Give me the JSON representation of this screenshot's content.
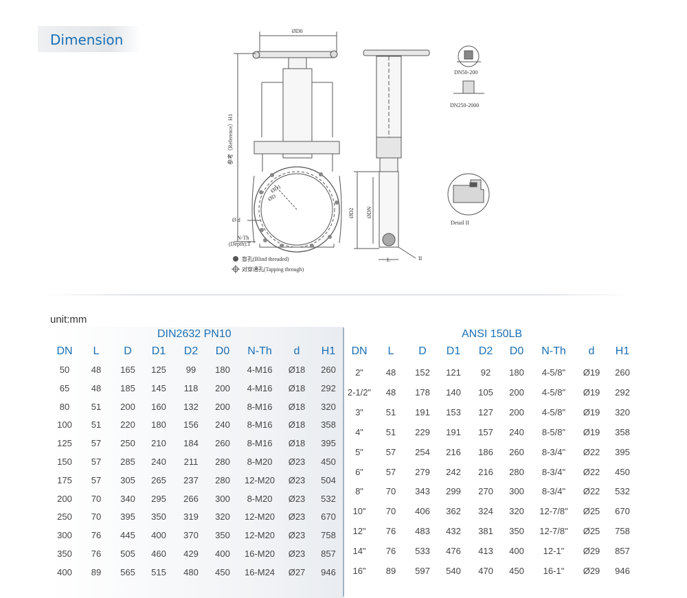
{
  "section_title": "Dimension",
  "unit_label": "unit:mm",
  "drawing": {
    "front_od0": "ØD0",
    "front_h1": "参考（Reference）H1",
    "front_od1": "ØD1",
    "front_od": "ØD",
    "front_d": "Ø d",
    "front_nth": "N-Th",
    "front_depth": "(Depth):T",
    "legend_blind": "盲孔(Blind threaded)",
    "legend_tapping": "对穿通孔(Tapping through)",
    "side_od2": "ØD2",
    "side_odn": "ØDN",
    "side_l": "L",
    "side_ii": "II",
    "detail_a": "DN50-200",
    "detail_b": "DN250-2000",
    "detail_ii": "Detail II"
  },
  "din": {
    "title": "DIN2632 PN10",
    "headers": [
      "DN",
      "L",
      "D",
      "D1",
      "D2",
      "D0",
      "N-Th",
      "d",
      "H1"
    ],
    "rows": [
      [
        "50",
        "48",
        "165",
        "125",
        "99",
        "180",
        "4-M16",
        "Ø18",
        "260"
      ],
      [
        "65",
        "48",
        "185",
        "145",
        "118",
        "200",
        "4-M16",
        "Ø18",
        "292"
      ],
      [
        "80",
        "51",
        "200",
        "160",
        "132",
        "200",
        "8-M16",
        "Ø18",
        "320"
      ],
      [
        "100",
        "51",
        "220",
        "180",
        "156",
        "240",
        "8-M16",
        "Ø18",
        "358"
      ],
      [
        "125",
        "57",
        "250",
        "210",
        "184",
        "260",
        "8-M16",
        "Ø18",
        "395"
      ],
      [
        "150",
        "57",
        "285",
        "240",
        "211",
        "280",
        "8-M20",
        "Ø23",
        "450"
      ],
      [
        "175",
        "57",
        "305",
        "265",
        "237",
        "280",
        "12-M20",
        "Ø23",
        "504"
      ],
      [
        "200",
        "70",
        "340",
        "295",
        "266",
        "300",
        "8-M20",
        "Ø23",
        "532"
      ],
      [
        "250",
        "70",
        "395",
        "350",
        "319",
        "320",
        "12-M20",
        "Ø23",
        "670"
      ],
      [
        "300",
        "76",
        "445",
        "400",
        "370",
        "350",
        "12-M20",
        "Ø23",
        "758"
      ],
      [
        "350",
        "76",
        "505",
        "460",
        "429",
        "400",
        "16-M20",
        "Ø23",
        "857"
      ],
      [
        "400",
        "89",
        "565",
        "515",
        "480",
        "450",
        "16-M24",
        "Ø27",
        "946"
      ]
    ]
  },
  "ansi": {
    "title": "ANSI 150LB",
    "headers": [
      "DN",
      "L",
      "D",
      "D1",
      "D2",
      "D0",
      "N-Th",
      "d",
      "H1"
    ],
    "rows": [
      [
        "2\"",
        "48",
        "152",
        "121",
        "92",
        "180",
        "4-5/8\"",
        "Ø19",
        "260"
      ],
      [
        "2-1/2\"",
        "48",
        "178",
        "140",
        "105",
        "200",
        "4-5/8\"",
        "Ø19",
        "292"
      ],
      [
        "3\"",
        "51",
        "191",
        "153",
        "127",
        "200",
        "4-5/8\"",
        "Ø19",
        "320"
      ],
      [
        "4\"",
        "51",
        "229",
        "191",
        "157",
        "240",
        "8-5/8\"",
        "Ø19",
        "358"
      ],
      [
        "5\"",
        "57",
        "254",
        "216",
        "186",
        "260",
        "8-3/4\"",
        "Ø22",
        "395"
      ],
      [
        "6\"",
        "57",
        "279",
        "242",
        "216",
        "280",
        "8-3/4\"",
        "Ø22",
        "450"
      ],
      [
        "8\"",
        "70",
        "343",
        "299",
        "270",
        "300",
        "8-3/4\"",
        "Ø22",
        "532"
      ],
      [
        "10\"",
        "70",
        "406",
        "362",
        "324",
        "320",
        "12-7/8\"",
        "Ø25",
        "670"
      ],
      [
        "12\"",
        "76",
        "483",
        "432",
        "381",
        "350",
        "12-7/8\"",
        "Ø25",
        "758"
      ],
      [
        "14\"",
        "76",
        "533",
        "476",
        "413",
        "400",
        "12-1\"",
        "Ø29",
        "857"
      ],
      [
        "16\"",
        "89",
        "597",
        "540",
        "470",
        "450",
        "16-1\"",
        "Ø29",
        "946"
      ]
    ]
  }
}
